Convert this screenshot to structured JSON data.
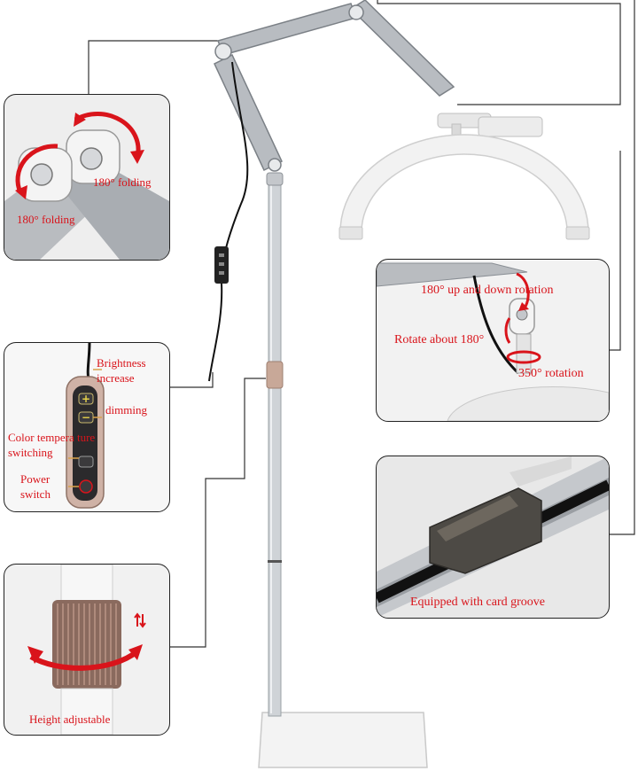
{
  "colors": {
    "label_red": "#d9141b",
    "pole_silver": "#cfd3d7",
    "arm_silver": "#b8bcc1",
    "ring_white": "#f2f2f2",
    "adjuster_rose": "#c8a898",
    "panel_border": "#222222"
  },
  "callouts": {
    "folding": {
      "label_right": "180° folding",
      "label_left": "180° folding"
    },
    "controller": {
      "brightness_increase": "Brightness increase",
      "dimming": "dimming",
      "color_temperature": "Color tempera ture switching",
      "power_switch": "Power switch",
      "plus_icon": "+",
      "minus_icon": "−"
    },
    "height": {
      "label": "Height adjustable"
    },
    "rotation": {
      "up_down": "180° up and down rotation",
      "rotate_about": "Rotate about 180°",
      "full_rotation": "350° rotation"
    },
    "groove": {
      "label": "Equipped with card groove"
    }
  }
}
